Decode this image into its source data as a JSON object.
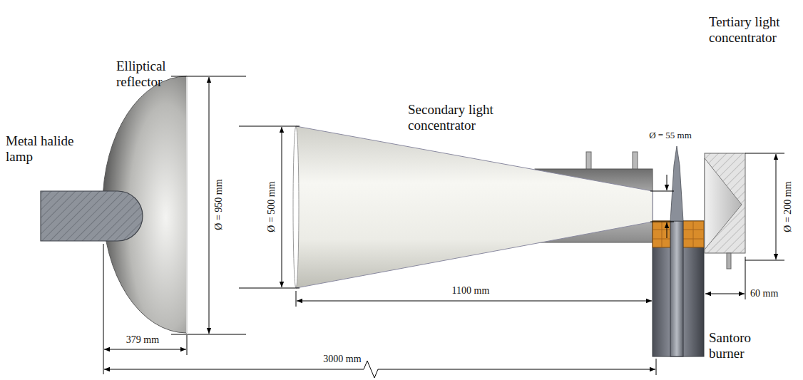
{
  "diagram": {
    "labels": [
      "Elliptical reflector",
      "Metal halide lamp",
      "Secondary light concentrator",
      "Tertiary light concentrator",
      "Ø = 950 mm",
      "Ø = 500 mm",
      "Ø = 55 mm",
      "Ø = 200 mm",
      "379 mm",
      "1100 mm",
      "60 mm",
      "3000 mm",
      "Santoro burner"
    ]
  }
}
